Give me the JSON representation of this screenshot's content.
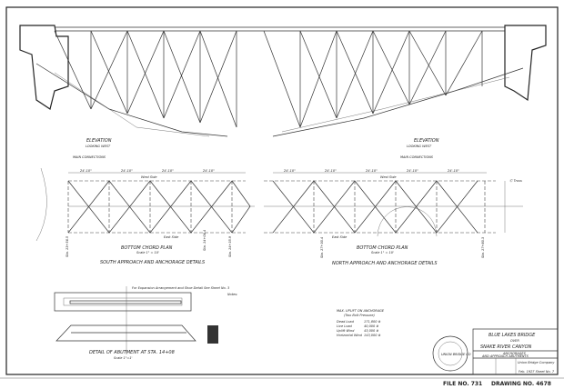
{
  "drawing": {
    "south_elevation": {
      "title": "ELEVATION",
      "subtitle": "LOOKING WEST",
      "note": "MAIN CONNECTIONS"
    },
    "north_elevation": {
      "title": "ELEVATION",
      "subtitle": "LOOKING WEST",
      "note": "MAIN CONNECTIONS"
    },
    "south_plan": {
      "title": "BOTTOM CHORD PLAN",
      "scale": "Scale 1\" = 10'",
      "section_title": "SOUTH APPROACH AND ANCHORAGE DETAILS",
      "panel_dims": [
        "24'-10\"",
        "24'-10\"",
        "24'-10\"",
        "24'-10\""
      ],
      "labels": [
        "West Side",
        "East Side",
        "Sta. 13+56.5",
        "Sta. 14+06.4",
        "Sta. 14+35.9"
      ]
    },
    "north_plan": {
      "title": "BOTTOM CHORD PLAN",
      "scale": "Scale 1\" = 10'",
      "section_title": "NORTH APPROACH AND ANCHORAGE DETAILS",
      "panel_dims": [
        "24'-10\"",
        "24'-10\"",
        "24'-10\"",
        "24'-10\"",
        "24'-10\""
      ],
      "labels": [
        "West Side",
        "East Side",
        "Sta. 17+30.4",
        "Sta. 17+80.3",
        "Ⓒ Truss"
      ]
    },
    "abutment": {
      "title": "DETAIL OF ABUTMENT AT STA. 14+08",
      "scale": "Scale 1\"=1'",
      "note": "For Expansion Arrangement and Shoe Detail See Sheet No. 3",
      "label": "Notes:"
    },
    "uplift_table": {
      "title": "MAX. UPLIFT ON ANCHORAGE",
      "subtitle": "(Two Bolt Pressure)",
      "rows": [
        {
          "label": "Dead Load",
          "value": "171,800 #"
        },
        {
          "label": "Live Load",
          "value": "40,000 #"
        },
        {
          "label": "Uplift Wind",
          "value": "43,000 #"
        },
        {
          "label": "Horizontal Wind",
          "value": "143,000 #"
        }
      ]
    },
    "title_block": {
      "line1": "BLUE LAKES BRIDGE",
      "line2": "OVER",
      "line3": "SNAKE RIVER CANYON",
      "line4": "ANCHORAGES",
      "line5": "AND APPROACH ABUTMENTS",
      "company": "Union Bridge Company",
      "sheet": "Feb. 1927 Sheet No. 7"
    },
    "seal_text": "UNION BRIDGE CO",
    "footer": {
      "file": "FILE NO. 731",
      "drawing": "DRAWING NO. 4678"
    }
  }
}
